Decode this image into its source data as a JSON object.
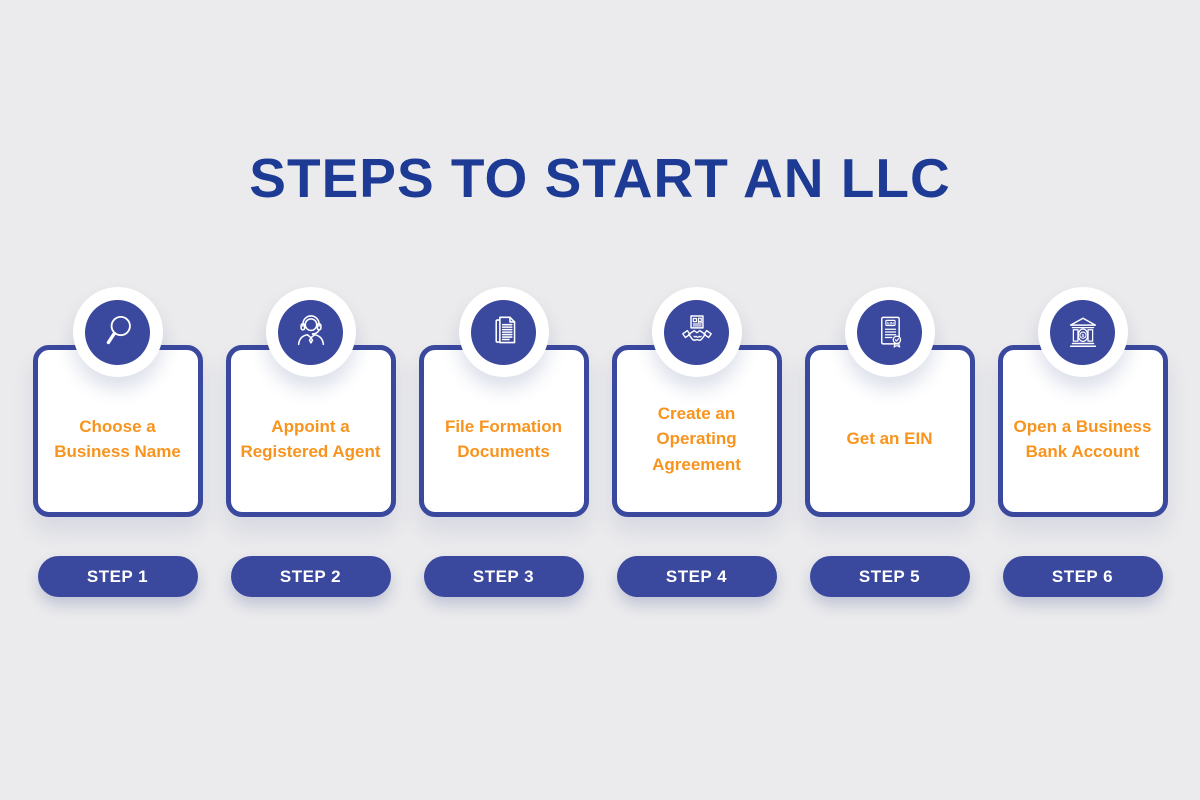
{
  "title": "STEPS TO START AN LLC",
  "colors": {
    "background": "#ebebed",
    "primary_blue": "#3a489e",
    "title_blue": "#1d3a94",
    "accent_orange": "#f8941e",
    "card_background": "#ffffff",
    "pill_text": "#ffffff"
  },
  "steps": [
    {
      "label": "STEP 1",
      "title": "Choose a Business Name",
      "icon": "search-icon"
    },
    {
      "label": "STEP 2",
      "title": "Appoint a Registered Agent",
      "icon": "support-agent-icon"
    },
    {
      "label": "STEP 3",
      "title": "File Formation Documents",
      "icon": "documents-icon"
    },
    {
      "label": "STEP 4",
      "title": "Create an Operating Agreement",
      "icon": "agreement-handshake-icon"
    },
    {
      "label": "STEP 5",
      "title": "Get an EIN",
      "icon": "ein-certificate-icon"
    },
    {
      "label": "STEP 6",
      "title": "Open a Business Bank Account",
      "icon": "bank-icon"
    }
  ]
}
